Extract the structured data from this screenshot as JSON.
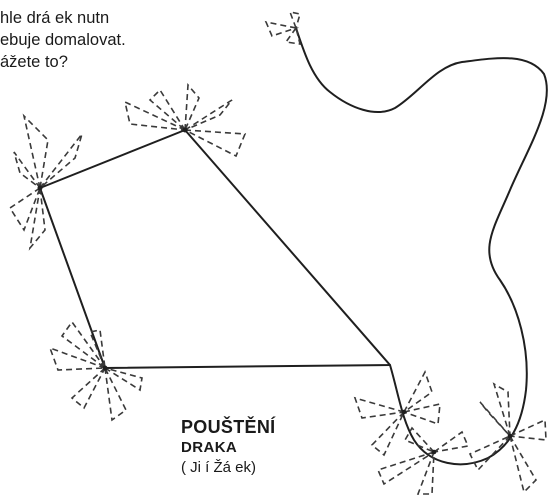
{
  "intro": {
    "lines": [
      "hle drá  ek nutn",
      "ebuje domalovat.",
      "ážete to?"
    ]
  },
  "caption": {
    "title_line1": "POUŠTĚNÍ",
    "title_line2": "DRAKA",
    "author": "( Ji í Žá  ek)"
  },
  "colors": {
    "ink": "#1f1f1f",
    "dashed_ink": "#3a3a3a",
    "background": "#ffffff"
  }
}
